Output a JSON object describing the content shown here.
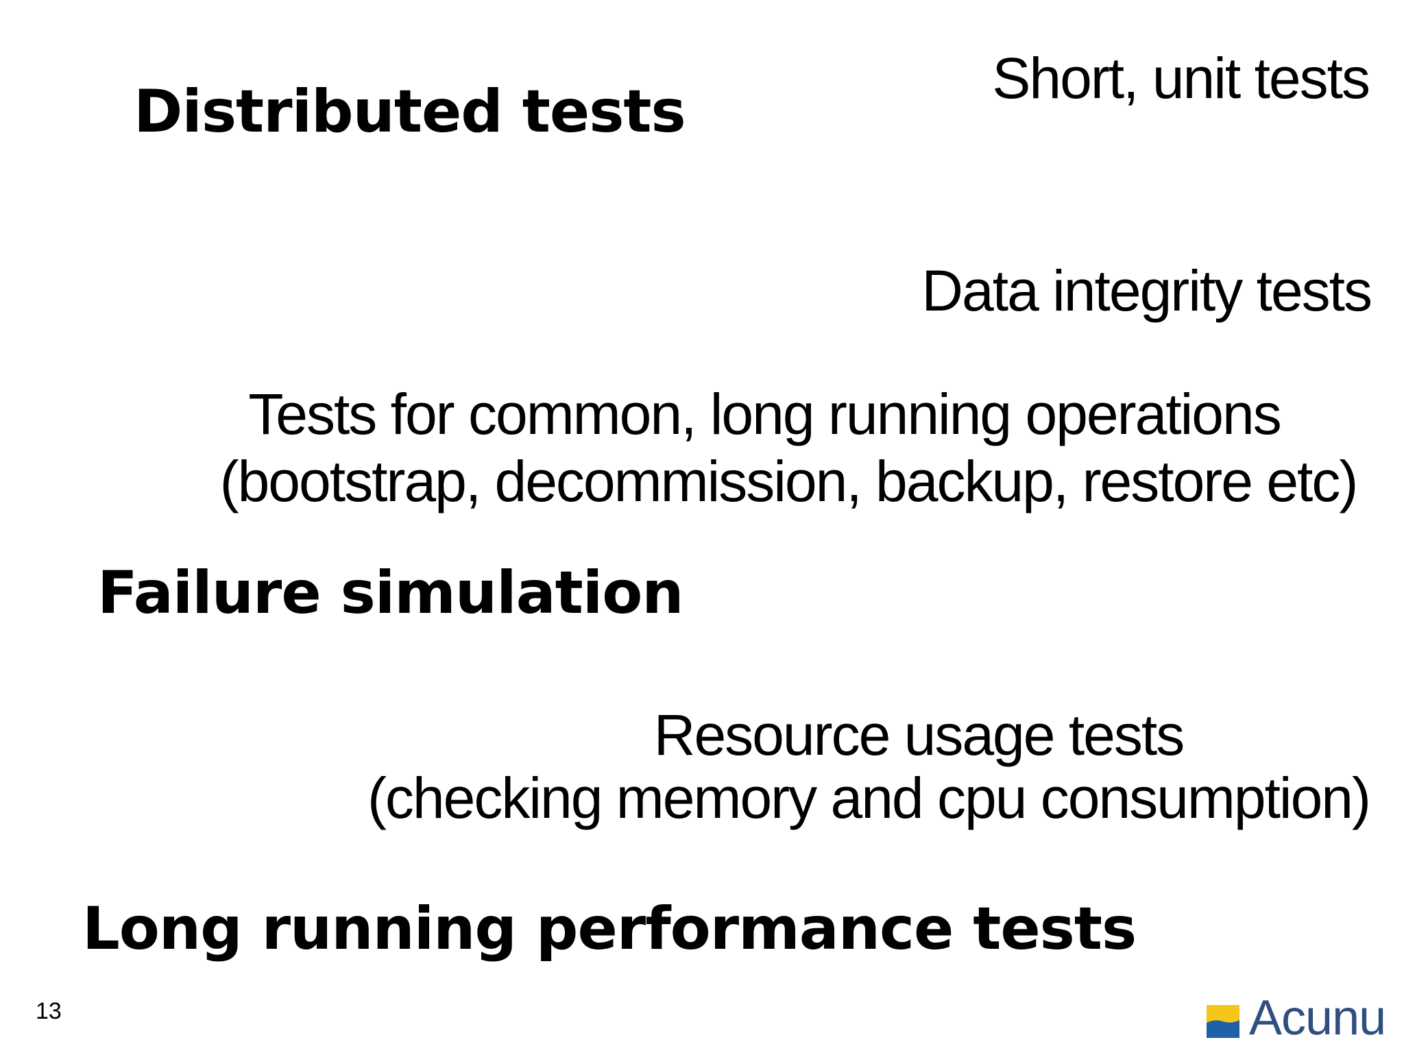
{
  "slide": {
    "headings": {
      "distributed": "Distributed tests",
      "failure": "Failure simulation",
      "long_performance": "Long running performance tests"
    },
    "items": {
      "short_unit": "Short, unit tests",
      "data_integrity": "Data integrity tests",
      "long_ops_line1": "Tests for common, long running operations",
      "long_ops_line2": "(bootstrap, decommission, backup, restore etc)",
      "resource_line1": "Resource usage tests",
      "resource_line2": "(checking memory and cpu consumption)"
    },
    "page_number": "13",
    "logo": {
      "text": "Acunu",
      "icon": "acunu-logo-icon",
      "colors": {
        "top": "#f5c518",
        "bottom": "#1f5fa8",
        "text": "#2f4f7f"
      }
    }
  }
}
